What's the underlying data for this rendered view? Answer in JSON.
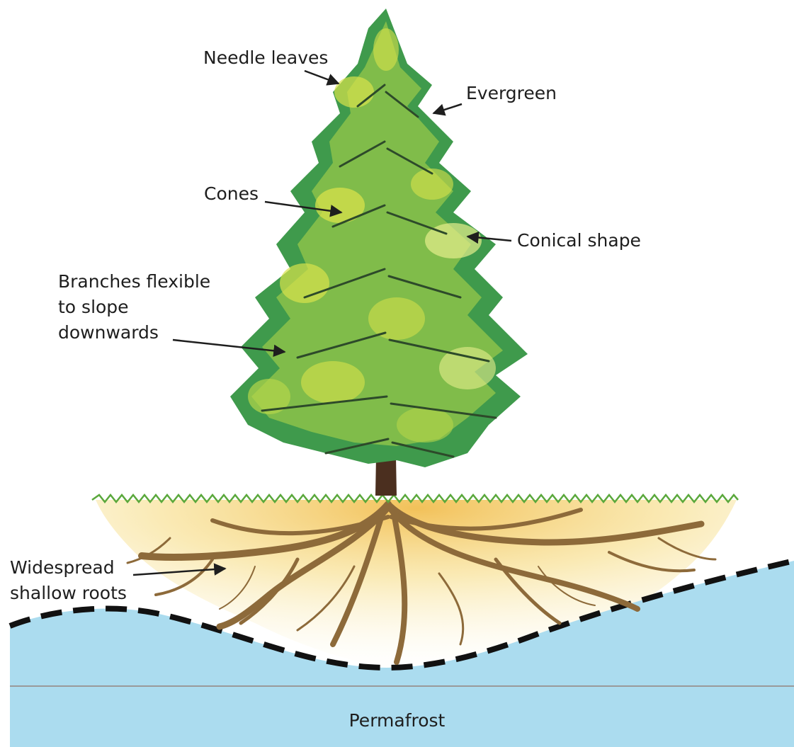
{
  "labels": {
    "needle_leaves": "Needle leaves",
    "evergreen": "Evergreen",
    "cones": "Cones",
    "conical_shape": "Conical shape",
    "branches": [
      "Branches flexible",
      "to slope",
      "downwards"
    ],
    "roots": [
      "Widespread",
      "shallow roots"
    ],
    "permafrost": "Permafrost"
  },
  "colors": {
    "permafrost": "#abdcef",
    "soil": "#f3cd63",
    "roots": "#8d6a3a",
    "trunk": "#4b2f1f",
    "foliage_dark": "#3f9a4c",
    "foliage_mid": "#8cc24a",
    "foliage_light": "#d8e24b",
    "grass": "#5aa83c",
    "arrow": "#1e1e1e",
    "dashed_boundary": "#111111"
  }
}
